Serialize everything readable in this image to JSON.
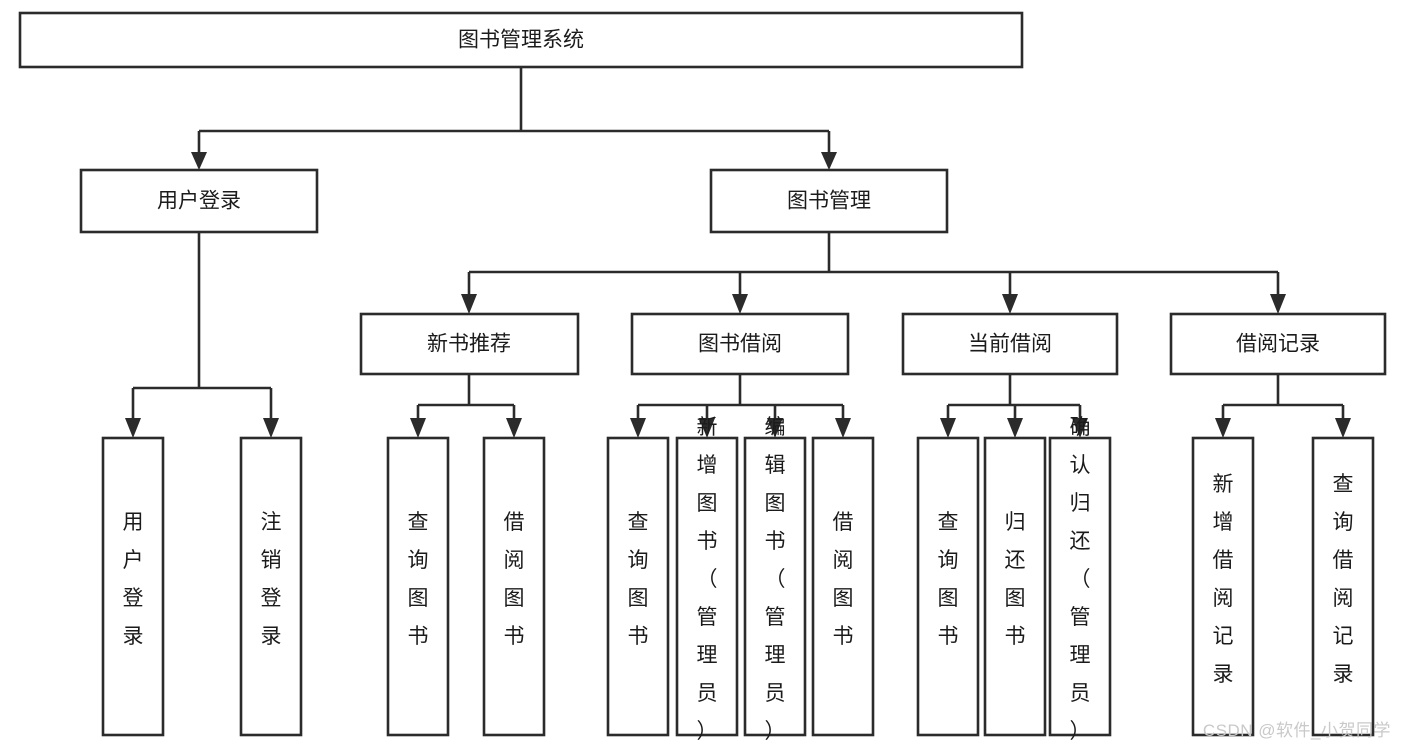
{
  "diagram": {
    "title": "图书管理系统",
    "type": "tree-hierarchy",
    "watermark": "CSDN @软件_小贺同学",
    "colors": {
      "stroke": "#2b2b2b",
      "fill": "#ffffff",
      "text": "#1b1b1b",
      "watermark": "#c9c9c9",
      "background": "#ffffff"
    },
    "root": {
      "label": "图书管理系统"
    },
    "level2": [
      {
        "label": "用户登录"
      },
      {
        "label": "图书管理"
      }
    ],
    "level3": [
      {
        "label": "新书推荐"
      },
      {
        "label": "图书借阅"
      },
      {
        "label": "当前借阅"
      },
      {
        "label": "借阅记录"
      }
    ],
    "leaves": {
      "user_login": [
        {
          "label": "用户登录"
        },
        {
          "label": "注销登录"
        }
      ],
      "new_book_recommend": [
        {
          "label": "查询图书"
        },
        {
          "label": "借阅图书"
        }
      ],
      "book_borrow": [
        {
          "label": "查询图书"
        },
        {
          "label": "新增图书（管理员）"
        },
        {
          "label": "编辑图书（管理员）"
        },
        {
          "label": "借阅图书"
        }
      ],
      "current_borrow": [
        {
          "label": "查询图书"
        },
        {
          "label": "归还图书"
        },
        {
          "label": "确认归还（管理员）"
        }
      ],
      "borrow_record": [
        {
          "label": "新增借阅记录"
        },
        {
          "label": "查询借阅记录"
        }
      ]
    }
  }
}
